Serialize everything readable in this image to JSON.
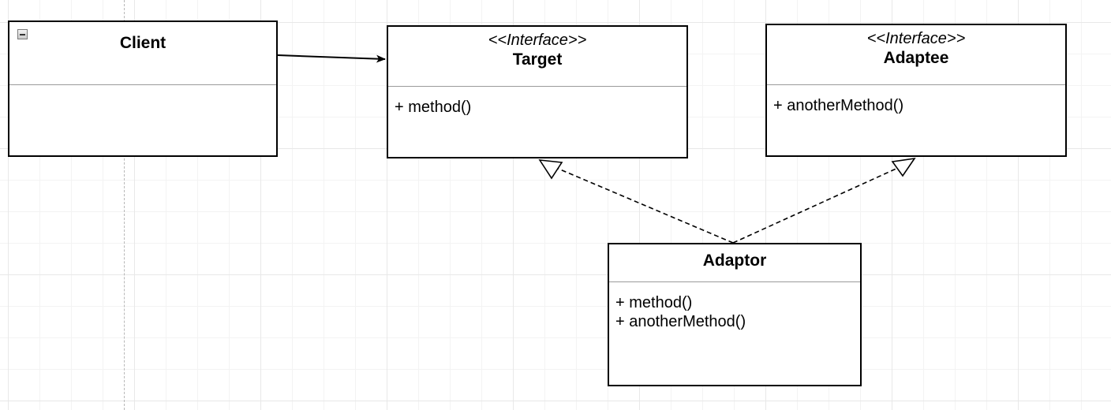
{
  "diagram": {
    "classes": {
      "client": {
        "name": "Client",
        "operations": []
      },
      "target": {
        "stereotype": "<<Interface>>",
        "name": "Target",
        "operations": [
          "+ method()"
        ]
      },
      "adaptee": {
        "stereotype": "<<Interface>>",
        "name": "Adaptee",
        "operations": [
          "+ anotherMethod()"
        ]
      },
      "adaptor": {
        "name": "Adaptor",
        "operations": [
          "+ method()",
          "+ anotherMethod()"
        ]
      }
    },
    "relations": [
      {
        "type": "association",
        "from": "Client",
        "to": "Target"
      },
      {
        "type": "realization",
        "from": "Adaptor",
        "to": "Target"
      },
      {
        "type": "realization",
        "from": "Adaptor",
        "to": "Adaptee"
      }
    ],
    "icons": {
      "collapse": "collapse-icon"
    }
  }
}
